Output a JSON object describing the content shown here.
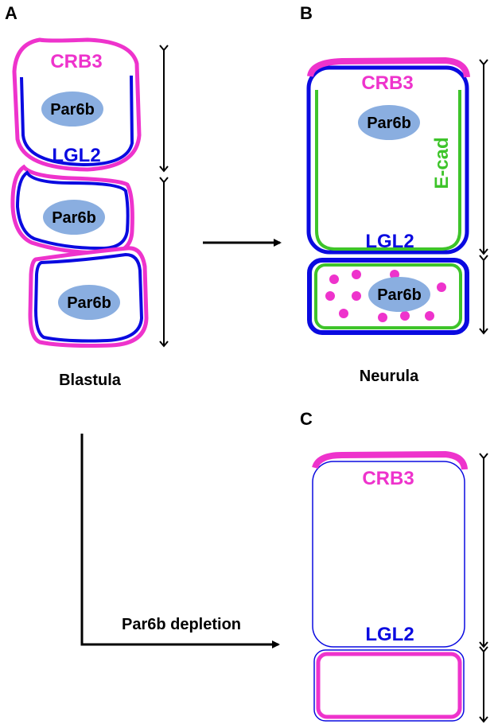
{
  "colors": {
    "crb3": "#ee33cc",
    "lgl2": "#0a0ae0",
    "ecad": "#3ec42a",
    "par6b_fill": "#8aaee0",
    "arrow": "#000000"
  },
  "panels": {
    "A": {
      "letter": "A",
      "stage_label": "Blastula",
      "labels": {
        "crb3": "CRB3",
        "lgl2": "LGL2",
        "par6b_1": "Par6b",
        "par6b_2": "Par6b",
        "par6b_3": "Par6b"
      }
    },
    "B": {
      "letter": "B",
      "stage_label": "Neurula",
      "labels": {
        "crb3": "CRB3",
        "lgl2": "LGL2",
        "ecad": "E-cad",
        "par6b_1": "Par6b",
        "par6b_2": "Par6b"
      }
    },
    "C": {
      "letter": "C",
      "labels": {
        "crb3": "CRB3",
        "lgl2": "LGL2"
      }
    }
  },
  "transitions": {
    "depletion_label": "Par6b depletion"
  }
}
